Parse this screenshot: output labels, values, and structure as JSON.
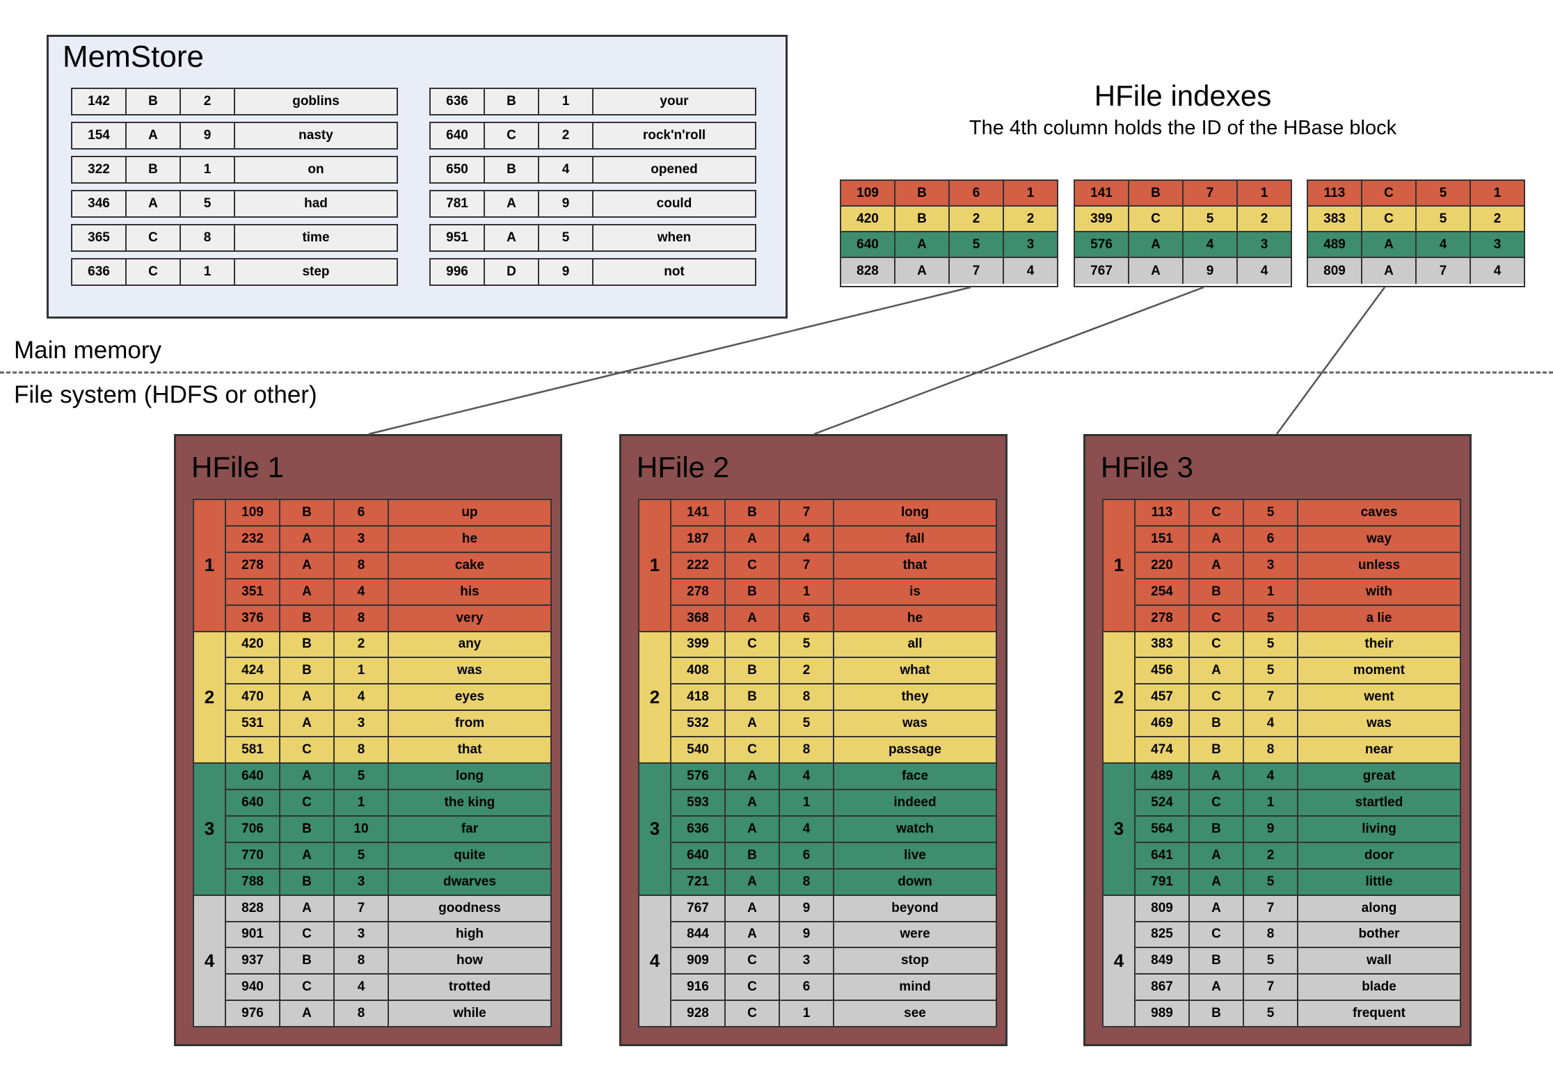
{
  "colors": {
    "block1": "#d35f45",
    "block2": "#ead26d",
    "block3": "#3d8d6e",
    "block4": "#cbcbcb",
    "memstore_bg": "#e8edf7",
    "memstore_row": "#efefef",
    "hfile_bg": "#8b4f4f"
  },
  "memstore": {
    "title": "MemStore",
    "left_rows": [
      [
        "142",
        "B",
        "2",
        "goblins"
      ],
      [
        "154",
        "A",
        "9",
        "nasty"
      ],
      [
        "322",
        "B",
        "1",
        "on"
      ],
      [
        "346",
        "A",
        "5",
        "had"
      ],
      [
        "365",
        "C",
        "8",
        "time"
      ],
      [
        "636",
        "C",
        "1",
        "step"
      ]
    ],
    "right_rows": [
      [
        "636",
        "B",
        "1",
        "your"
      ],
      [
        "640",
        "C",
        "2",
        "rock'n'roll"
      ],
      [
        "650",
        "B",
        "4",
        "opened"
      ],
      [
        "781",
        "A",
        "9",
        "could"
      ],
      [
        "951",
        "A",
        "5",
        "when"
      ],
      [
        "996",
        "D",
        "9",
        "not"
      ]
    ]
  },
  "indexes": {
    "title": "HFile indexes",
    "subtitle": "The 4th column holds the ID of the HBase block",
    "tables": [
      [
        [
          "109",
          "B",
          "6",
          "1"
        ],
        [
          "420",
          "B",
          "2",
          "2"
        ],
        [
          "640",
          "A",
          "5",
          "3"
        ],
        [
          "828",
          "A",
          "7",
          "4"
        ]
      ],
      [
        [
          "141",
          "B",
          "7",
          "1"
        ],
        [
          "399",
          "C",
          "5",
          "2"
        ],
        [
          "576",
          "A",
          "4",
          "3"
        ],
        [
          "767",
          "A",
          "9",
          "4"
        ]
      ],
      [
        [
          "113",
          "C",
          "5",
          "1"
        ],
        [
          "383",
          "C",
          "5",
          "2"
        ],
        [
          "489",
          "A",
          "4",
          "3"
        ],
        [
          "809",
          "A",
          "7",
          "4"
        ]
      ]
    ]
  },
  "labels": {
    "main_memory": "Main memory",
    "file_system": "File system (HDFS or other)"
  },
  "hfiles": [
    {
      "title": "HFile 1",
      "blocks": [
        {
          "id": "1",
          "rows": [
            [
              "109",
              "B",
              "6",
              "up"
            ],
            [
              "232",
              "A",
              "3",
              "he"
            ],
            [
              "278",
              "A",
              "8",
              "cake"
            ],
            [
              "351",
              "A",
              "4",
              "his"
            ],
            [
              "376",
              "B",
              "8",
              "very"
            ]
          ]
        },
        {
          "id": "2",
          "rows": [
            [
              "420",
              "B",
              "2",
              "any"
            ],
            [
              "424",
              "B",
              "1",
              "was"
            ],
            [
              "470",
              "A",
              "4",
              "eyes"
            ],
            [
              "531",
              "A",
              "3",
              "from"
            ],
            [
              "581",
              "C",
              "8",
              "that"
            ]
          ]
        },
        {
          "id": "3",
          "rows": [
            [
              "640",
              "A",
              "5",
              "long"
            ],
            [
              "640",
              "C",
              "1",
              "the king"
            ],
            [
              "706",
              "B",
              "10",
              "far"
            ],
            [
              "770",
              "A",
              "5",
              "quite"
            ],
            [
              "788",
              "B",
              "3",
              "dwarves"
            ]
          ]
        },
        {
          "id": "4",
          "rows": [
            [
              "828",
              "A",
              "7",
              "goodness"
            ],
            [
              "901",
              "C",
              "3",
              "high"
            ],
            [
              "937",
              "B",
              "8",
              "how"
            ],
            [
              "940",
              "C",
              "4",
              "trotted"
            ],
            [
              "976",
              "A",
              "8",
              "while"
            ]
          ]
        }
      ]
    },
    {
      "title": "HFile 2",
      "blocks": [
        {
          "id": "1",
          "rows": [
            [
              "141",
              "B",
              "7",
              "long"
            ],
            [
              "187",
              "A",
              "4",
              "fall"
            ],
            [
              "222",
              "C",
              "7",
              "that"
            ],
            [
              "278",
              "B",
              "1",
              "is"
            ],
            [
              "368",
              "A",
              "6",
              "he"
            ]
          ]
        },
        {
          "id": "2",
          "rows": [
            [
              "399",
              "C",
              "5",
              "all"
            ],
            [
              "408",
              "B",
              "2",
              "what"
            ],
            [
              "418",
              "B",
              "8",
              "they"
            ],
            [
              "532",
              "A",
              "5",
              "was"
            ],
            [
              "540",
              "C",
              "8",
              "passage"
            ]
          ]
        },
        {
          "id": "3",
          "rows": [
            [
              "576",
              "A",
              "4",
              "face"
            ],
            [
              "593",
              "A",
              "1",
              "indeed"
            ],
            [
              "636",
              "A",
              "4",
              "watch"
            ],
            [
              "640",
              "B",
              "6",
              "live"
            ],
            [
              "721",
              "A",
              "8",
              "down"
            ]
          ]
        },
        {
          "id": "4",
          "rows": [
            [
              "767",
              "A",
              "9",
              "beyond"
            ],
            [
              "844",
              "A",
              "9",
              "were"
            ],
            [
              "909",
              "C",
              "3",
              "stop"
            ],
            [
              "916",
              "C",
              "6",
              "mind"
            ],
            [
              "928",
              "C",
              "1",
              "see"
            ]
          ]
        }
      ]
    },
    {
      "title": "HFile 3",
      "blocks": [
        {
          "id": "1",
          "rows": [
            [
              "113",
              "C",
              "5",
              "caves"
            ],
            [
              "151",
              "A",
              "6",
              "way"
            ],
            [
              "220",
              "A",
              "3",
              "unless"
            ],
            [
              "254",
              "B",
              "1",
              "with"
            ],
            [
              "278",
              "C",
              "5",
              "a lie"
            ]
          ]
        },
        {
          "id": "2",
          "rows": [
            [
              "383",
              "C",
              "5",
              "their"
            ],
            [
              "456",
              "A",
              "5",
              "moment"
            ],
            [
              "457",
              "C",
              "7",
              "went"
            ],
            [
              "469",
              "B",
              "4",
              "was"
            ],
            [
              "474",
              "B",
              "8",
              "near"
            ]
          ]
        },
        {
          "id": "3",
          "rows": [
            [
              "489",
              "A",
              "4",
              "great"
            ],
            [
              "524",
              "C",
              "1",
              "startled"
            ],
            [
              "564",
              "B",
              "9",
              "living"
            ],
            [
              "641",
              "A",
              "2",
              "door"
            ],
            [
              "791",
              "A",
              "5",
              "little"
            ]
          ]
        },
        {
          "id": "4",
          "rows": [
            [
              "809",
              "A",
              "7",
              "along"
            ],
            [
              "825",
              "C",
              "8",
              "bother"
            ],
            [
              "849",
              "B",
              "5",
              "wall"
            ],
            [
              "867",
              "A",
              "7",
              "blade"
            ],
            [
              "989",
              "B",
              "5",
              "frequent"
            ]
          ]
        }
      ]
    }
  ]
}
